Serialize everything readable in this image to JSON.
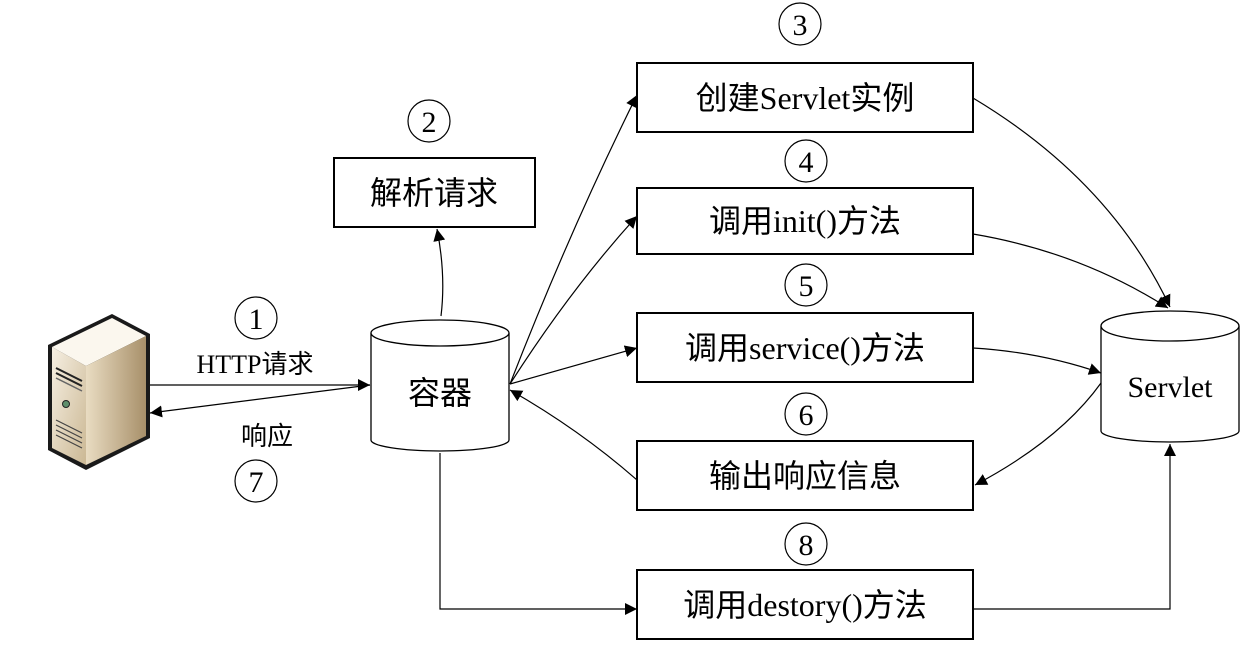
{
  "diagram": {
    "title": "Servlet lifecycle",
    "nodes": {
      "client": {
        "label": "",
        "icon": "server-computer-icon"
      },
      "container": {
        "label": "容器"
      },
      "servlet": {
        "label": "Servlet"
      },
      "parse": {
        "label": "解析请求"
      },
      "create": {
        "label": "创建Servlet实例"
      },
      "init": {
        "label": "调用init()方法"
      },
      "service": {
        "label": "调用service()方法"
      },
      "output": {
        "label": "输出响应信息"
      },
      "destroy": {
        "label": "调用destory()方法"
      }
    },
    "edges": {
      "request": {
        "label": "HTTP请求",
        "step": "1"
      },
      "response": {
        "label": "响应",
        "step": "7"
      }
    },
    "steps": {
      "s1": "1",
      "s2": "2",
      "s3": "3",
      "s4": "4",
      "s5": "5",
      "s6": "6",
      "s7": "7",
      "s8": "8"
    }
  }
}
